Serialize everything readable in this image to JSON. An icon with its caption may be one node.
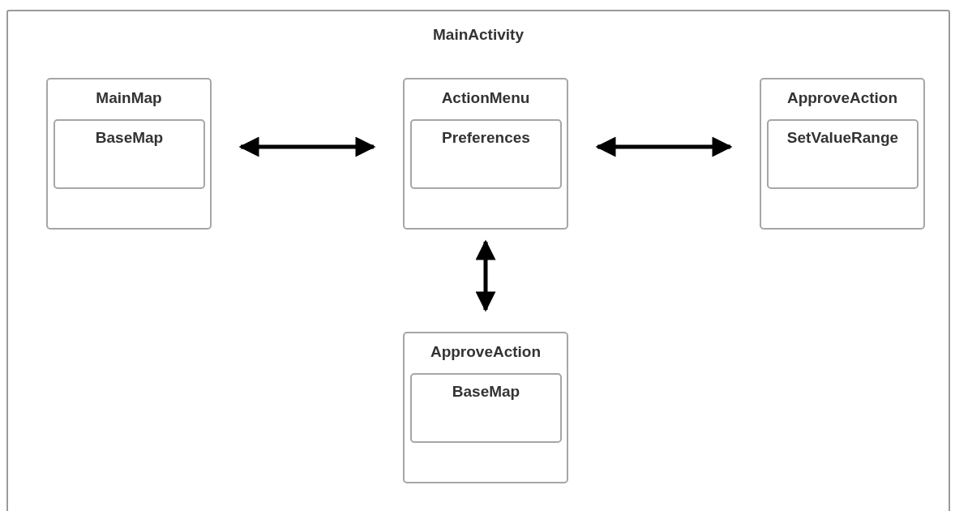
{
  "diagram": {
    "nodes": [
      {
        "text": [
          "MainActivity"
        ]
      },
      {
        "text": [
          "MainMap"
        ],
        "in": 0
      },
      {
        "text": [
          "BaseMap"
        ],
        "in": 1
      },
      {
        "text": [
          "ActionMenu"
        ],
        "in": 0
      },
      {
        "text": [
          "Preferences"
        ],
        "in": 3
      },
      {
        "text": [
          "ApproveAction"
        ],
        "in": 0
      },
      {
        "text": [
          "SetValueRange"
        ],
        "in": 5
      },
      {
        "text": [
          "ApproveAction"
        ],
        "in": 0
      },
      {
        "text": [
          "BaseMap"
        ],
        "in": 7
      }
    ],
    "edges": [
      {
        "from": 1,
        "to": 3,
        "arrow": "both"
      },
      {
        "from": 3,
        "to": 5,
        "arrow": "both"
      },
      {
        "from": 3,
        "to": 7,
        "arrow": "both"
      }
    ]
  }
}
